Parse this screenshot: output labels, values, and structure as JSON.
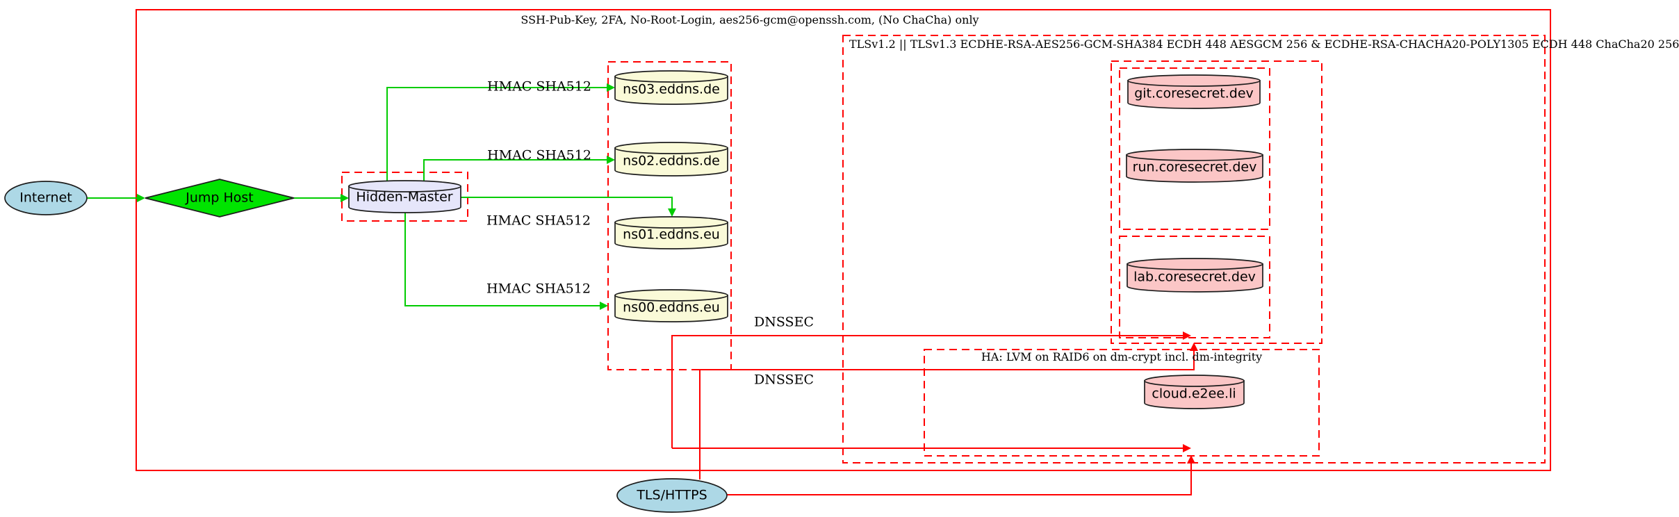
{
  "diagram": {
    "nodes": {
      "internet": "Internet",
      "jump_host": "Jump Host",
      "hidden_master": "Hidden-Master",
      "ns03": "ns03.eddns.de",
      "ns02": "ns02.eddns.de",
      "ns01": "ns01.eddns.eu",
      "ns00": "ns00.eddns.eu",
      "git": "git.coresecret.dev",
      "run": "run.coresecret.dev",
      "lab": "lab.coresecret.dev",
      "cloud": "cloud.e2ee.li",
      "tls_https": "TLS/HTTPS"
    },
    "clusters": {
      "ssh": "SSH-Pub-Key, 2FA, No-Root-Login, aes256-gcm@openssh.com, (No ChaCha) only",
      "tls": "TLSv1.2 || TLSv1.3 ECDHE-RSA-AES256-GCM-SHA384 ECDH 448 AESGCM 256 & ECDHE-RSA-CHACHA20-POLY1305 ECDH 448 ChaCha20 256",
      "ha": "HA: LVM on RAID6 on dm-crypt incl. dm-integrity"
    },
    "edge_labels": {
      "hmac": "HMAC SHA512",
      "dnssec": "DNSSEC"
    },
    "colors": {
      "node_internet": "#ADD8E6",
      "node_jump": "#00E400",
      "node_hidden_master": "#E6E6FA",
      "node_ns": "#FAFAD8",
      "node_core": "#FBC6C6",
      "edge_secure": "#00CC00",
      "edge_tls": "#FF0000",
      "cluster_border": "#FF0000"
    }
  }
}
